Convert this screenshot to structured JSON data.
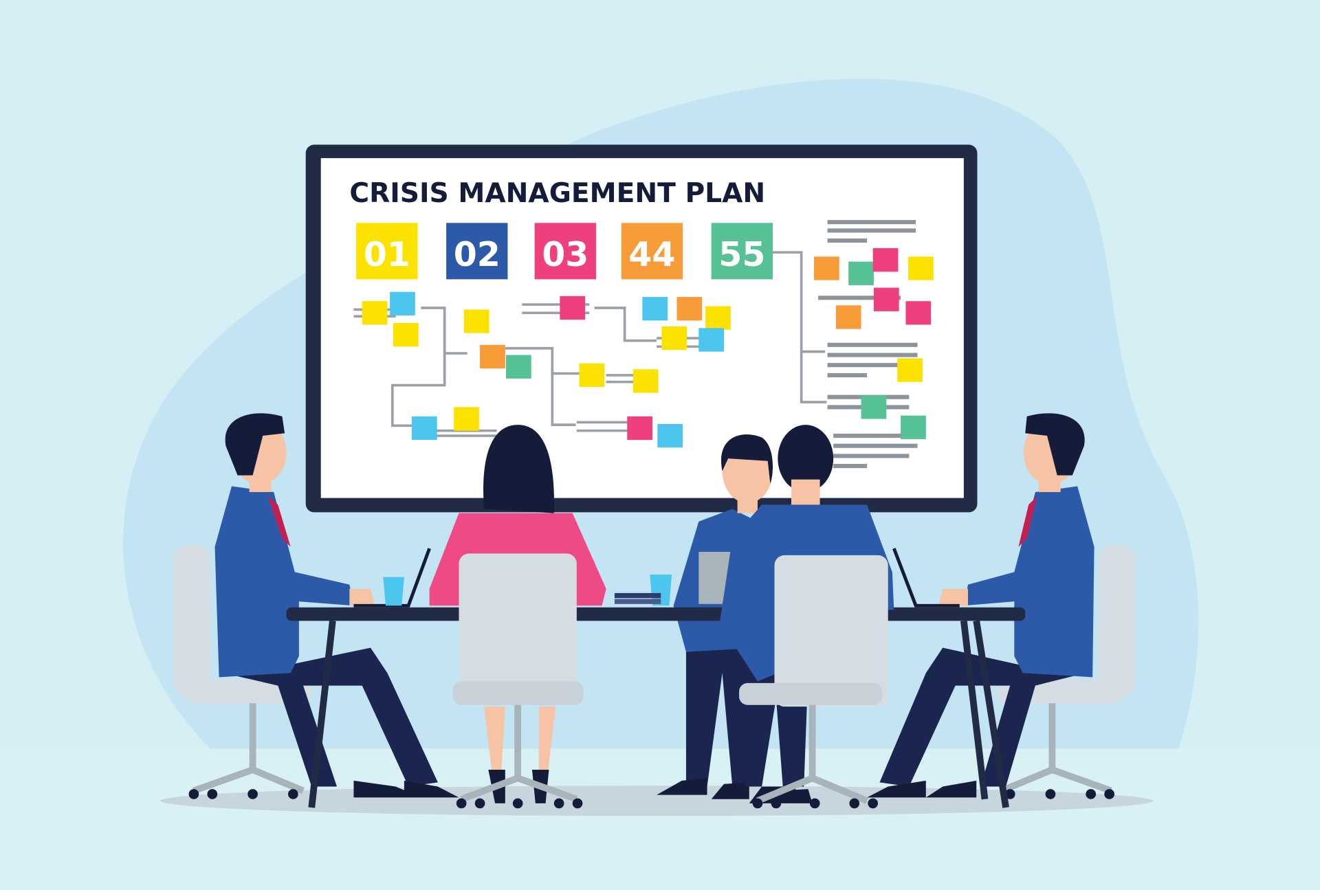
{
  "board": {
    "title": "CRISIS MANAGEMENT PLAN",
    "steps": [
      {
        "label": "01",
        "color": "#fce200"
      },
      {
        "label": "02",
        "color": "#2d5aa8"
      },
      {
        "label": "03",
        "color": "#ee3f7f"
      },
      {
        "label": "44",
        "color": "#f89c3a"
      },
      {
        "label": "55",
        "color": "#56c194"
      }
    ]
  },
  "colors": {
    "background": "#d6eff5",
    "blob": "#c3e4f3",
    "frame": "#222b45",
    "suit": "#2d5aa8",
    "trousers": "#1a2550",
    "hair": "#151c3a",
    "skin": "#f6c3a5",
    "pink_top": "#ee4a86",
    "chair": "#d5dde2",
    "note_cyan": "#4cc6ee"
  }
}
